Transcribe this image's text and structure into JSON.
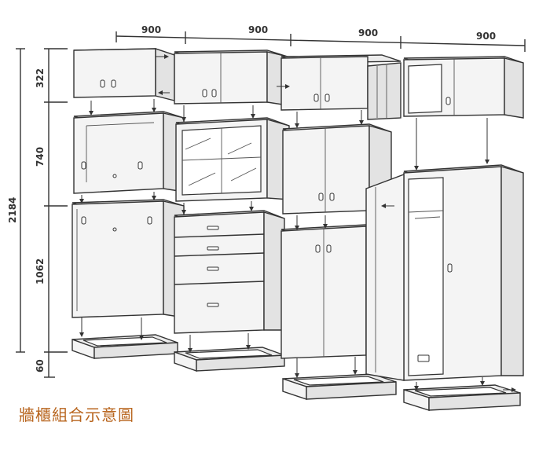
{
  "dimensions": {
    "widths": [
      "900",
      "900",
      "900",
      "900"
    ],
    "heights": {
      "total": "2184",
      "upper": "322",
      "middle": "740",
      "lower": "1062",
      "base": "60"
    }
  },
  "caption": "牆櫃組合示意圖",
  "colors": {
    "line": "#333333",
    "caption": "#b8651e",
    "background": "#ffffff"
  }
}
